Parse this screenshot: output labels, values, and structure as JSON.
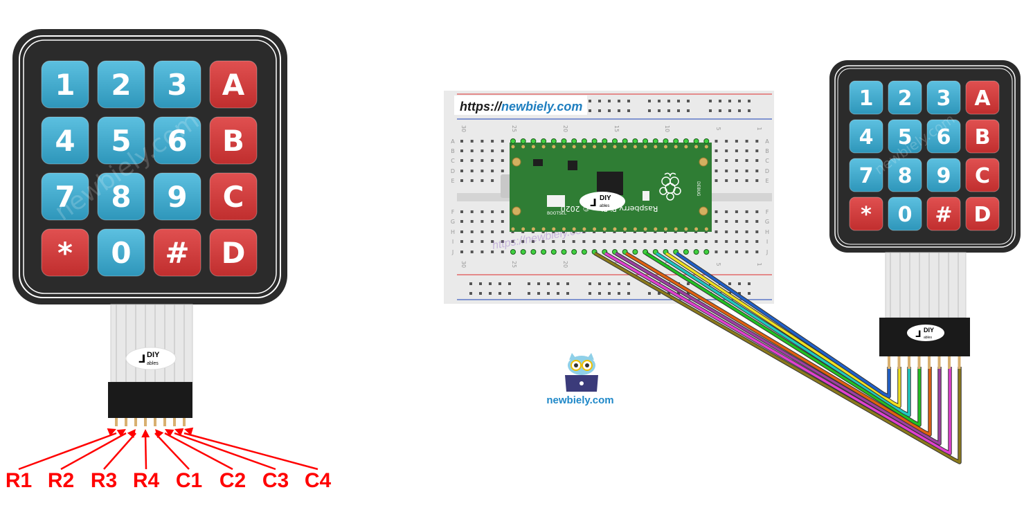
{
  "keypad": {
    "keys": [
      [
        "1",
        "2",
        "3",
        "A"
      ],
      [
        "4",
        "5",
        "6",
        "B"
      ],
      [
        "7",
        "8",
        "9",
        "C"
      ],
      [
        "*",
        "0",
        "#",
        "D"
      ]
    ],
    "watermark": "newbiely.com",
    "logo_text": "DIY",
    "logo_sub": "ables"
  },
  "pin_labels": [
    "R1",
    "R2",
    "R3",
    "R4",
    "C1",
    "C2",
    "C3",
    "C4"
  ],
  "breadboard": {
    "url_prefix": "https://",
    "url_domain": "newbiely.com",
    "col_numbers": [
      "30",
      "25",
      "20",
      "15",
      "10",
      "5",
      "1"
    ],
    "row_letters_top": [
      "A",
      "B",
      "C",
      "D",
      "E"
    ],
    "row_letters_bottom": [
      "F",
      "G",
      "H",
      "I",
      "J"
    ],
    "faint_watermark": "https://newbiely.com"
  },
  "pico": {
    "brand": "Raspberry Pi Pico © 2020",
    "bootsel": "BOOTSEL",
    "debug": "DEBUG",
    "logo_text": "DIY",
    "logo_sub": "ables"
  },
  "brand_logo": {
    "text": "newbiely.com"
  },
  "colors": {
    "keypad_body": "#2b2b2b",
    "key_blue": "#3aa6c8",
    "key_red": "#d03a3a",
    "label_red": "#ff0000",
    "pcb_green": "#2e7d32",
    "wires": [
      "#8b7a1c",
      "#e040d0",
      "#9c3fa0",
      "#e06010",
      "#22c022",
      "#20c8c0",
      "#f0e020",
      "#2060c8"
    ]
  }
}
